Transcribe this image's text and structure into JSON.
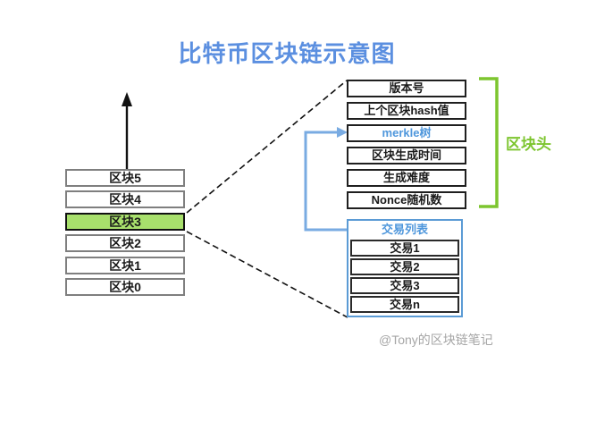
{
  "title": "比特币区块链示意图",
  "colors": {
    "title_blue": "#5b8fe0",
    "link_blue": "#79abe2",
    "label_blue": "#4f97dc",
    "bracket_green": "#7dc52f",
    "highlight_green_fill": "#a8e06c",
    "block_border_gray": "#7f7f7f",
    "watermark_gray": "#a6a6a6"
  },
  "block_stack": {
    "blocks": [
      {
        "label": "区块5",
        "highlighted": false
      },
      {
        "label": "区块4",
        "highlighted": false
      },
      {
        "label": "区块3",
        "highlighted": true
      },
      {
        "label": "区块2",
        "highlighted": false
      },
      {
        "label": "区块1",
        "highlighted": false
      },
      {
        "label": "区块0",
        "highlighted": false
      }
    ]
  },
  "block_header": {
    "bracket_label": "区块头",
    "fields": [
      "版本号",
      "上个区块hash值",
      "merkle树",
      "区块生成时间",
      "生成难度",
      "Nonce随机数"
    ]
  },
  "transaction_list": {
    "title": "交易列表",
    "rows": [
      "交易1",
      "交易2",
      "交易3",
      "交易n"
    ]
  },
  "watermark": "@Tony的区块链笔记"
}
